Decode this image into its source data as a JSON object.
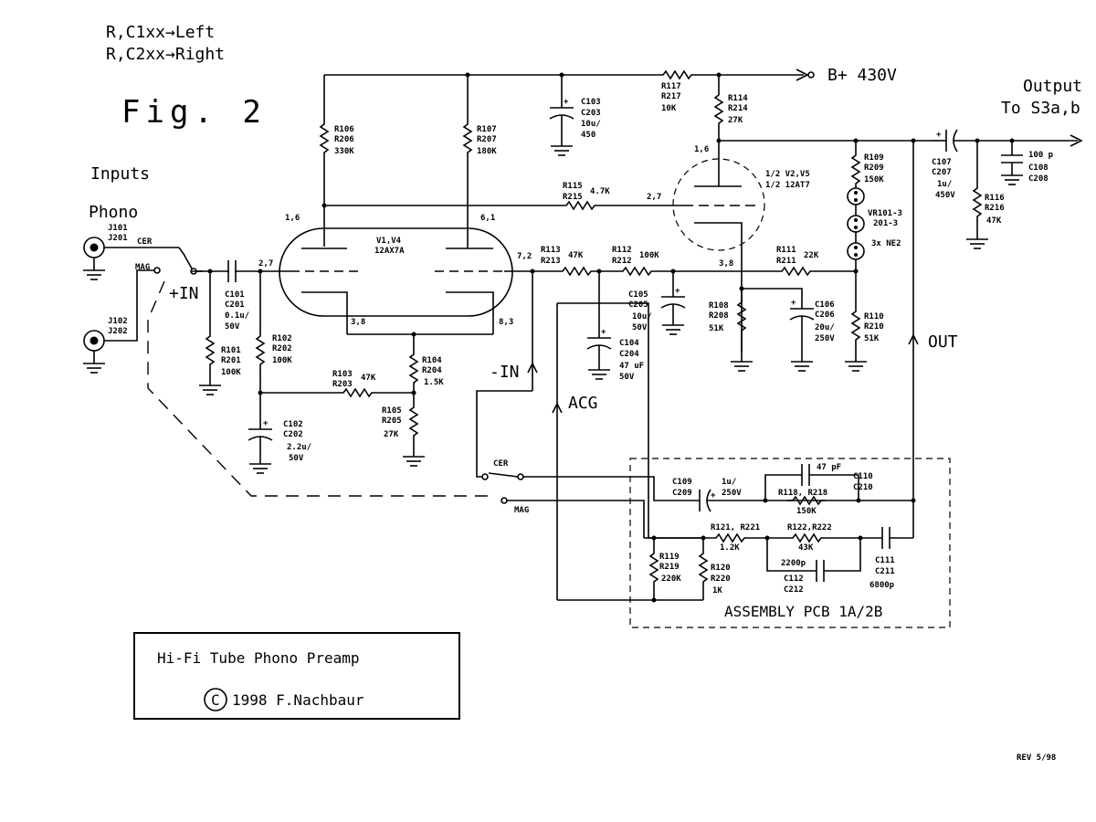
{
  "header": {
    "legend_line1": "R,C1xx→Left",
    "legend_line2": "R,C2xx→Right",
    "fig": "Fig. 2"
  },
  "labels": {
    "inputs": "Inputs",
    "phono": "Phono",
    "plus_in": "+IN",
    "minus_in": "-IN",
    "acg": "ACG",
    "out": "OUT",
    "bplus": "B+ 430V",
    "output1": "Output",
    "output2": "To S3a,b",
    "assembly": "ASSEMBLY PCB 1A/2B",
    "rev": "REV 5/98",
    "cer1": "CER",
    "mag1": "MAG",
    "cer2": "CER",
    "mag2": "MAG"
  },
  "title_box": {
    "title": "Hi-Fi Tube Phono Preamp",
    "copyright": "1998 F.Nachbaur",
    "copyright_symbol": "C"
  },
  "tubes": {
    "v1_name": "V1,V4",
    "v1_type": "12AX7A",
    "v1_p1": "1,6",
    "v1_p2": "6,1",
    "v1_g1": "2,7",
    "v1_g2": "7,2",
    "v1_k1": "3,8",
    "v1_k2": "8,3",
    "v2_name": "1/2 V2,V5",
    "v2_type": "1/2 12AT7",
    "v2_p": "1,6",
    "v2_g": "2,7",
    "v2_k": "3,8"
  },
  "jacks": {
    "j1a": "J101",
    "j1b": "J201",
    "j2a": "J102",
    "j2b": "J202"
  },
  "components": {
    "r106": [
      "R106",
      "R206",
      "330K"
    ],
    "r107": [
      "R107",
      "R207",
      "180K"
    ],
    "r117": [
      "R117",
      "R217",
      "10K"
    ],
    "c103": [
      "C103",
      "C203",
      "10u/",
      "450"
    ],
    "r114": [
      "R114",
      "R214",
      "27K"
    ],
    "r115": [
      "R115",
      "R215",
      "4.7K"
    ],
    "c101": [
      "C101",
      "C201",
      "0.1u/",
      "50V"
    ],
    "r101": [
      "R101",
      "R201",
      "100K"
    ],
    "r102": [
      "R102",
      "R202",
      "100K"
    ],
    "r103": [
      "R103",
      "R203",
      "47K"
    ],
    "r104": [
      "R104",
      "R204",
      "1.5K"
    ],
    "r105": [
      "R105",
      "R205",
      "27K"
    ],
    "c102": [
      "C102",
      "C202",
      "2.2u/",
      "50V"
    ],
    "r113": [
      "R113",
      "R213",
      "47K"
    ],
    "r112": [
      "R112",
      "R212",
      "100K"
    ],
    "c105": [
      "C105",
      "C205",
      "10u/",
      "50V"
    ],
    "c104": [
      "C104",
      "C204",
      "47 uF",
      "50V"
    ],
    "r108": [
      "R108",
      "R208",
      "51K"
    ],
    "c106": [
      "C106",
      "C206",
      "20u/",
      "250V"
    ],
    "r111": [
      "R111",
      "R211",
      "22K"
    ],
    "r109": [
      "R109",
      "R209",
      "150K"
    ],
    "vr": [
      "VR101-3",
      "201-3",
      "3x NE2"
    ],
    "r110": [
      "R110",
      "R210",
      "51K"
    ],
    "c107": [
      "C107",
      "C207",
      "1u/",
      "450V"
    ],
    "r116": [
      "R116",
      "R216",
      "47K"
    ],
    "c108": [
      "100 p",
      "C108",
      "C208"
    ],
    "c109": [
      "C109",
      "C209",
      "1u/",
      "250V"
    ],
    "c110": [
      "47 pF",
      "C110",
      "C210"
    ],
    "r118": [
      "R118, R218",
      "150K"
    ],
    "r121": [
      "R121, R221",
      "1.2K"
    ],
    "r122": [
      "R122,R222",
      "43K"
    ],
    "c112": [
      "2200p",
      "C112",
      "C212"
    ],
    "c111": [
      "C111",
      "C211",
      "6800p"
    ],
    "r119": [
      "R119",
      "R219",
      "220K"
    ],
    "r120": [
      "R120",
      "R220",
      "1K"
    ]
  }
}
